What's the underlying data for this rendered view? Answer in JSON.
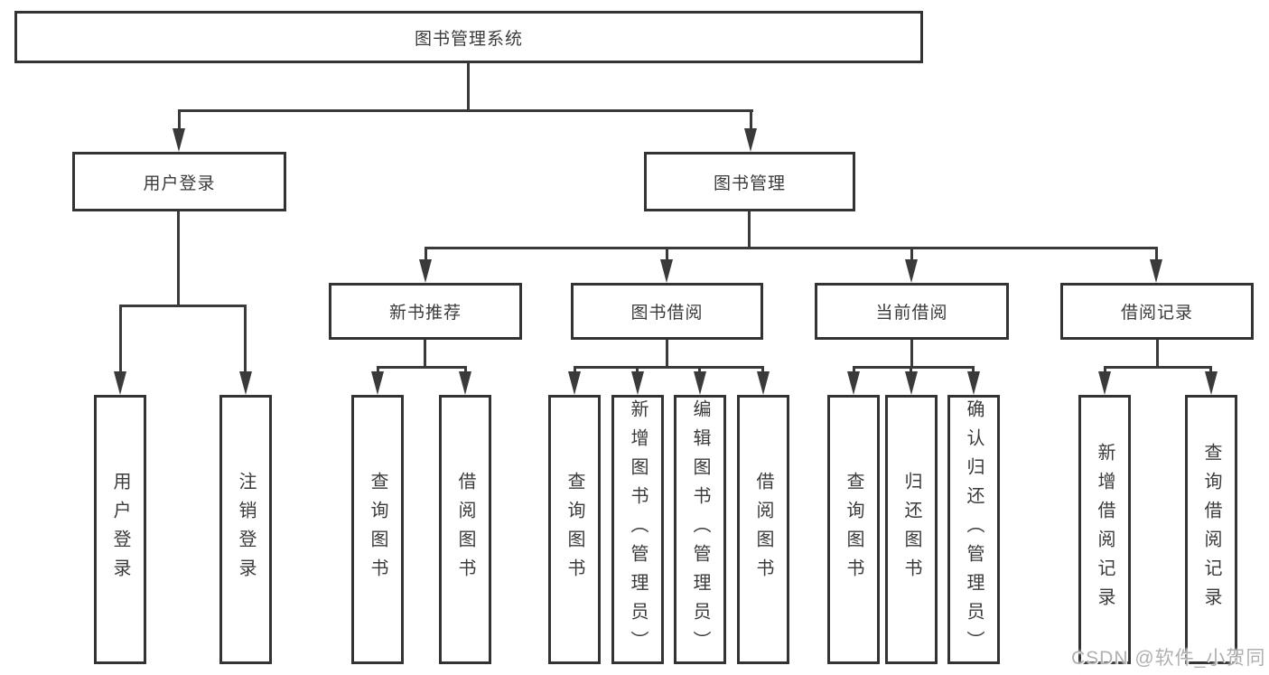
{
  "diagram_title": "图书管理系统",
  "nodes": {
    "root": {
      "label": "图书管理系统"
    },
    "user_login_group": {
      "label": "用户登录",
      "children": [
        {
          "label": "用户登录"
        },
        {
          "label": "注销登录"
        }
      ]
    },
    "book_mgmt_group": {
      "label": "图书管理",
      "children": [
        {
          "label": "新书推荐",
          "children": [
            {
              "label": "查询图书"
            },
            {
              "label": "借阅图书"
            }
          ]
        },
        {
          "label": "图书借阅",
          "children": [
            {
              "label": "查询图书"
            },
            {
              "label": "新增图书（管理员）"
            },
            {
              "label": "编辑图书（管理员）"
            },
            {
              "label": "借阅图书"
            }
          ]
        },
        {
          "label": "当前借阅",
          "children": [
            {
              "label": "查询图书"
            },
            {
              "label": "归还图书"
            },
            {
              "label": "确认归还（管理员）"
            }
          ]
        },
        {
          "label": "借阅记录",
          "children": [
            {
              "label": "新增借阅记录"
            },
            {
              "label": "查询借阅记录"
            }
          ]
        }
      ]
    }
  },
  "watermark": {
    "text": "CSDN @软件_小贺同学"
  },
  "colors": {
    "line": "#3a3a3a",
    "box_border": "#333333",
    "text": "#3b3b3b",
    "background": "#ffffff",
    "watermark": "#b0b0b0"
  }
}
